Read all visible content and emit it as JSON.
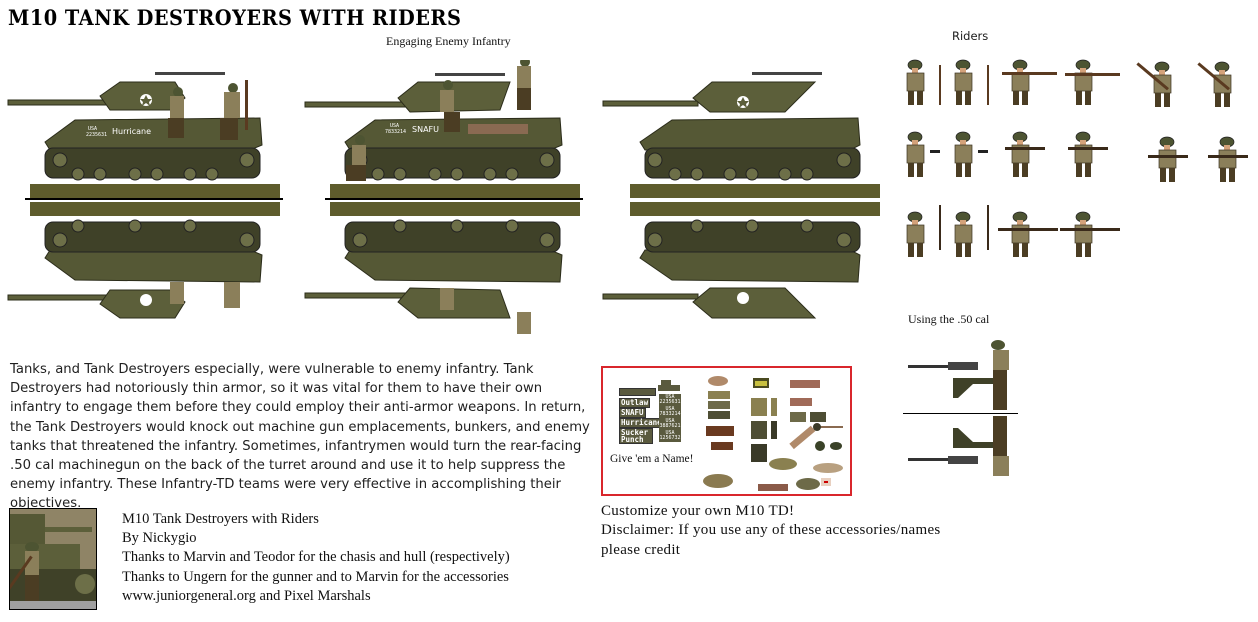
{
  "header": {
    "title": "M10 Tank Destroyers with Riders",
    "section_engaging": "Engaging Enemy Infantry",
    "section_riders": "Riders",
    "section_fifty_cal": "Using the .50 cal"
  },
  "tanks": [
    {
      "name": "Hurricane",
      "usa_label": "USA",
      "serial": "2235631",
      "riders": "two seated riders",
      "mirrored": true
    },
    {
      "name": "SNAFU",
      "usa_label": "USA",
      "serial": "7833214",
      "riders": "engaging infantry + gunner",
      "mirrored": true
    },
    {
      "name": "",
      "usa_label": "",
      "serial": "",
      "riders": "none",
      "mirrored": true
    }
  ],
  "riders": {
    "rows": [
      {
        "count": 6,
        "weapon": "M1 Garand rifle"
      },
      {
        "count": 6,
        "weapon": "Thompson SMG"
      },
      {
        "count": 4,
        "weapon": "BAR"
      }
    ]
  },
  "description": "Tanks, and Tank Destroyers especially, were vulnerable to enemy infantry. Tank Destroyers had notoriously thin armor, so it was vital for them to have their own infantry to engage them before they could employ their anti-armor weapons. In return, the Tank Destroyers would knock out machine gun emplacements, bunkers, and enemy tanks that threatened the infantry. Sometimes, infantrymen would turn the rear-facing .50 cal machinegun on the back of the turret around and use it to help suppress the enemy infantry. These Infantry-TD teams were very effective in accomplishing their objectives.",
  "credits": {
    "line1": "M10 Tank Destroyers with Riders",
    "line2": "By Nickygio",
    "line3": "Thanks to Marvin and Teodor for the chasis and hull (respectively)",
    "line4": "Thanks to Ungern for the gunner and to Marvin for the accessories",
    "line5": "www.juniorgeneral.org and Pixel Marshals"
  },
  "accessories": {
    "names": [
      "Outlaw",
      "SNAFU",
      "Hurricane",
      "Sucker Punch"
    ],
    "usa_label": "USA",
    "serials": [
      "2235631",
      "7833214",
      "3887621",
      "1256732"
    ],
    "give_name_label": "Give 'em a Name!",
    "border_color": "#d9262c"
  },
  "customize": {
    "line1": "Customize your own M10 TD!",
    "line2": "Disclaimer: If you use any of these accessories/names",
    "line3": "please credit"
  },
  "colors": {
    "tank_olive": "#5c5f3a",
    "tank_dark": "#3f4128",
    "soldier_khaki": "#8b7f5a",
    "soldier_trousers": "#4b3d23",
    "helmet": "#4d5432"
  }
}
